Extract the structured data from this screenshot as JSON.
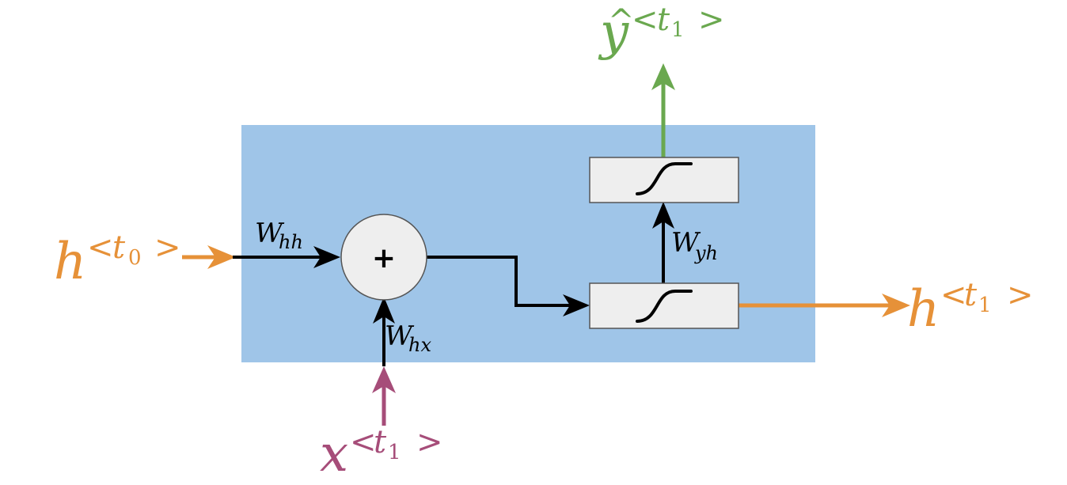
{
  "colors": {
    "cell_fill": "#9fc5e8",
    "box_fill": "#eeeeee",
    "box_stroke": "#555555",
    "orange": "#e69138",
    "green": "#6aa84f",
    "purple": "#a64d79",
    "black": "#000000"
  },
  "nodes": {
    "sum": {
      "symbol": "+"
    },
    "hidden_activation": {
      "icon": "sigmoid-icon"
    },
    "output_activation": {
      "icon": "sigmoid-icon"
    }
  },
  "labels": {
    "h_prev": {
      "base": "h",
      "sup_open": "<",
      "sup_var": "t",
      "sup_sub": "0",
      "sup_close": ">"
    },
    "h_next": {
      "base": "h",
      "sup_open": "<",
      "sup_var": "t",
      "sup_sub": "1",
      "sup_close": ">"
    },
    "x_in": {
      "base": "x",
      "sup_open": "<",
      "sup_var": "t",
      "sup_sub": "1",
      "sup_close": ">"
    },
    "y_out": {
      "base": "y",
      "hat": "^",
      "sup_open": "<",
      "sup_var": "t",
      "sup_sub": "1",
      "sup_close": ">"
    },
    "w_hh": {
      "base": "W",
      "sub": "hh"
    },
    "w_hx": {
      "base": "W",
      "sub": "hx"
    },
    "w_yh": {
      "base": "W",
      "sub": "yh"
    }
  }
}
